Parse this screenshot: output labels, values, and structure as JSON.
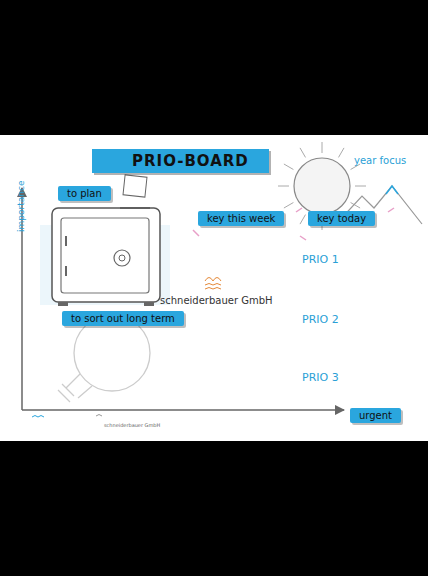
{
  "diagram": {
    "title": "PRIO-BOARD",
    "nodes": [
      {
        "text": [
          "to plan"
        ]
      },
      {
        "text": [
          "key this week"
        ]
      },
      {
        "text": [
          "key today"
        ]
      },
      {
        "text": [
          "to sort out long term"
        ]
      },
      {
        "text": [
          "urgent"
        ]
      }
    ],
    "labels": [
      "year focus",
      "importance",
      "PRIO 1",
      "PRIO 2",
      "PRIO 3",
      "schneiderbauer GmbH",
      "schneiderbauer GmbH"
    ]
  }
}
